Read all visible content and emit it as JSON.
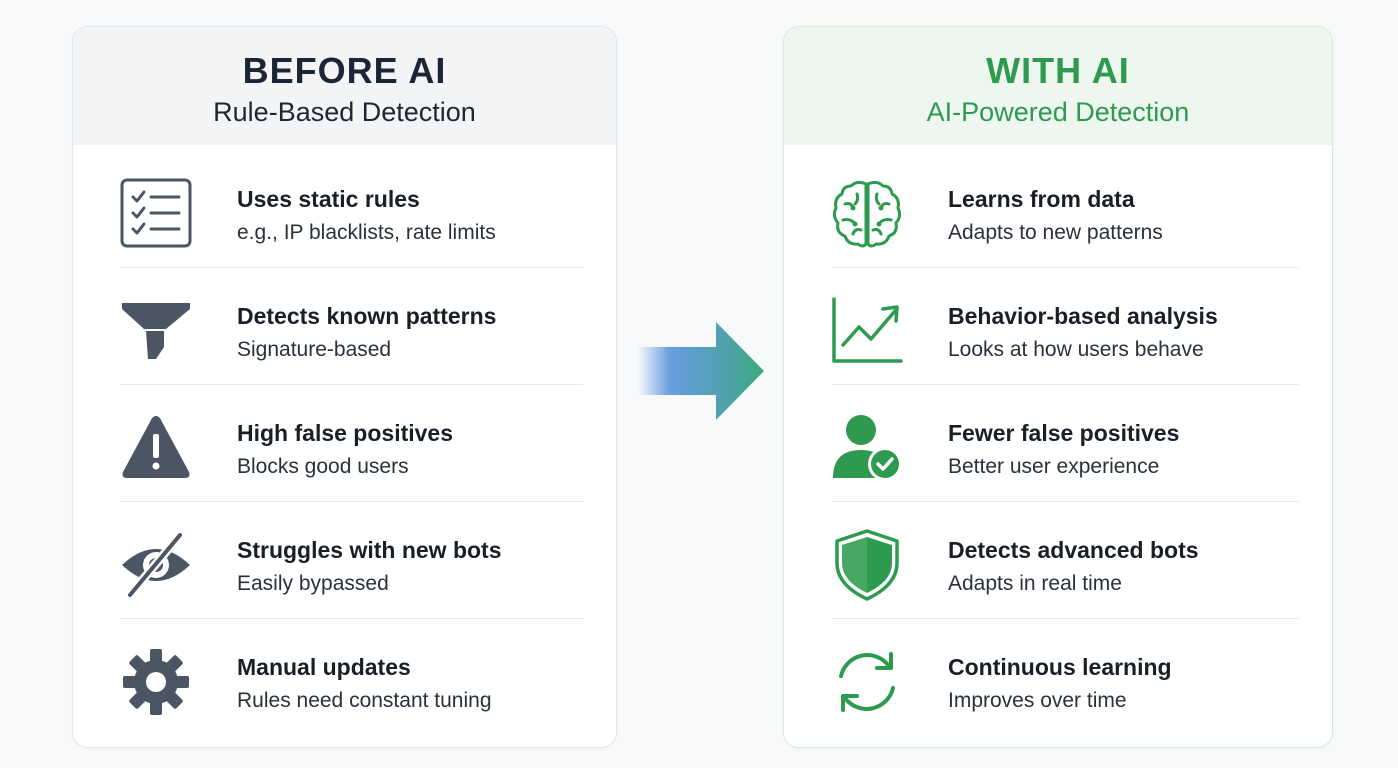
{
  "before": {
    "title": "BEFORE AI",
    "subtitle": "Rule-Based Detection",
    "items": [
      {
        "title": "Uses static rules",
        "desc": "e.g., IP blacklists, rate limits",
        "icon": "checklist-icon"
      },
      {
        "title": "Detects known patterns",
        "desc": "Signature-based",
        "icon": "funnel-icon"
      },
      {
        "title": "High false positives",
        "desc": "Blocks good users",
        "icon": "warning-icon"
      },
      {
        "title": "Struggles with new bots",
        "desc": "Easily bypassed",
        "icon": "eye-slash-icon"
      },
      {
        "title": "Manual updates",
        "desc": "Rules need constant tuning",
        "icon": "gear-icon"
      }
    ]
  },
  "with": {
    "title": "WITH AI",
    "subtitle": "AI-Powered Detection",
    "items": [
      {
        "title": "Learns from data",
        "desc": "Adapts to new patterns",
        "icon": "brain-icon"
      },
      {
        "title": "Behavior-based analysis",
        "desc": "Looks at how users behave",
        "icon": "trend-chart-icon"
      },
      {
        "title": "Fewer false positives",
        "desc": "Better user experience",
        "icon": "user-check-icon"
      },
      {
        "title": "Detects advanced bots",
        "desc": "Adapts in real time",
        "icon": "shield-icon"
      },
      {
        "title": "Continuous learning",
        "desc": "Improves over time",
        "icon": "refresh-icon"
      }
    ]
  },
  "colors": {
    "before_icon": "#4b5563",
    "with_accent": "#2e9a4f",
    "arrow_start": "#3b7fd9",
    "arrow_end": "#3aaa7a"
  }
}
